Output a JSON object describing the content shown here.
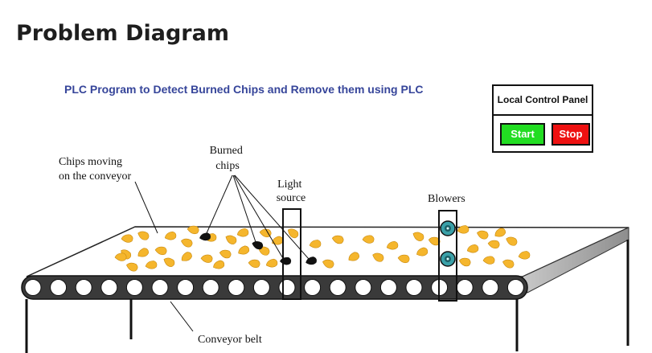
{
  "page": {
    "heading": "Problem Diagram",
    "subtitle": "PLC Program to Detect Burned Chips and Remove them using PLC"
  },
  "control_panel": {
    "title": "Local Control Panel",
    "start_label": "Start",
    "stop_label": "Stop",
    "colors": {
      "start": "#22dd22",
      "stop": "#ee1111"
    }
  },
  "labels": {
    "chips_moving": [
      "Chips moving",
      "on the conveyor"
    ],
    "burned_chips": [
      "Burned",
      "chips"
    ],
    "light_source": [
      "Light",
      "source"
    ],
    "blowers": "Blowers",
    "conveyor_belt": "Conveyor belt"
  },
  "colors": {
    "chip": "#f5b62d",
    "burned_chip": "#111111",
    "belt_side": "#b0b0b0"
  }
}
